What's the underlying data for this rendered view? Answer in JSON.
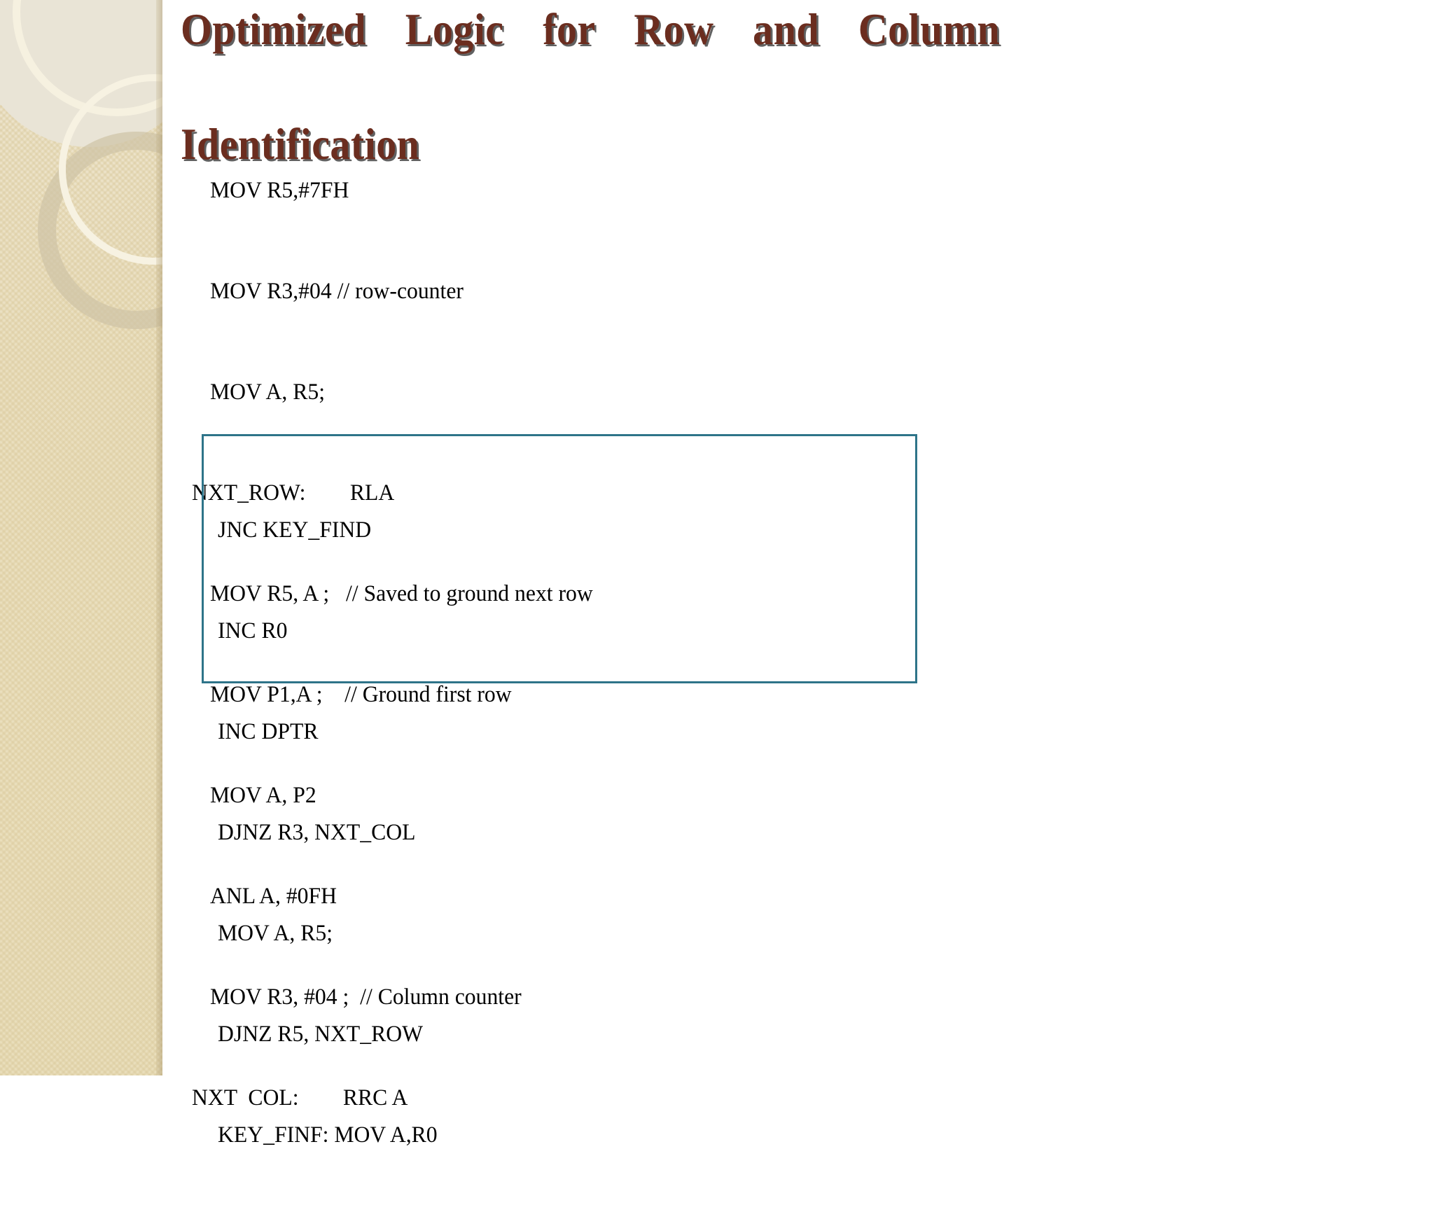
{
  "slide": {
    "title_lines": [
      "Optimized   Logic   for   Row   and   Column",
      "Identification"
    ],
    "title_color": "#6B2D1F",
    "background_color": "#FFFFFF",
    "sidebar_color": "#EADFBF",
    "highlight_box_color": "#2E7489"
  },
  "code_lines": [
    {
      "text": "MOV R5,#7FH",
      "label": false
    },
    {
      "text": "MOV R3,#04 // row-counter",
      "label": false
    },
    {
      "text": "MOV A, R5;",
      "label": false
    },
    {
      "text": "NXT_ROW:        RLA",
      "label": true
    },
    {
      "text": "MOV R5, A ;   // Saved to ground next row",
      "label": false
    },
    {
      "text": "MOV P1,A ;    // Ground first row",
      "label": false
    },
    {
      "text": "MOV A, P2",
      "label": false
    },
    {
      "text": "ANL A, #0FH",
      "label": false
    },
    {
      "text": "MOV R3, #04 ;  // Column counter",
      "label": false
    },
    {
      "text": "NXT  COL:        RRC A",
      "label": true
    }
  ],
  "boxed_code_lines": [
    {
      "text": "JNC KEY_FIND"
    },
    {
      "text": "INC R0"
    },
    {
      "text": "INC DPTR"
    },
    {
      "text": "DJNZ R3, NXT_COL"
    },
    {
      "text": "MOV A, R5;"
    },
    {
      "text": "DJNZ R5, NXT_ROW"
    },
    {
      "text": "KEY_FINF: MOV A,R0"
    }
  ]
}
